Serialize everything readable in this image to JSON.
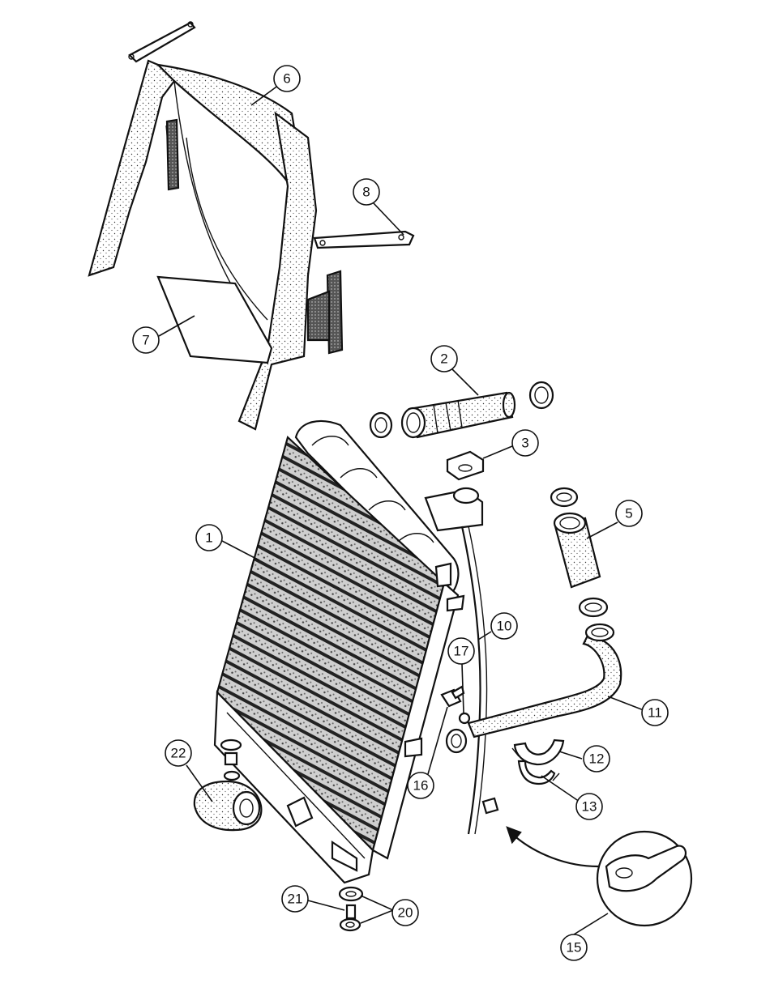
{
  "callouts": {
    "c1": "1",
    "c2": "2",
    "c3": "3",
    "c5": "5",
    "c6": "6",
    "c7": "7",
    "c8": "8",
    "c10": "10",
    "c11": "11",
    "c12": "12",
    "c13": "13",
    "c15": "15",
    "c16": "16",
    "c17": "17",
    "c20": "20",
    "c21": "21",
    "c22": "22"
  }
}
